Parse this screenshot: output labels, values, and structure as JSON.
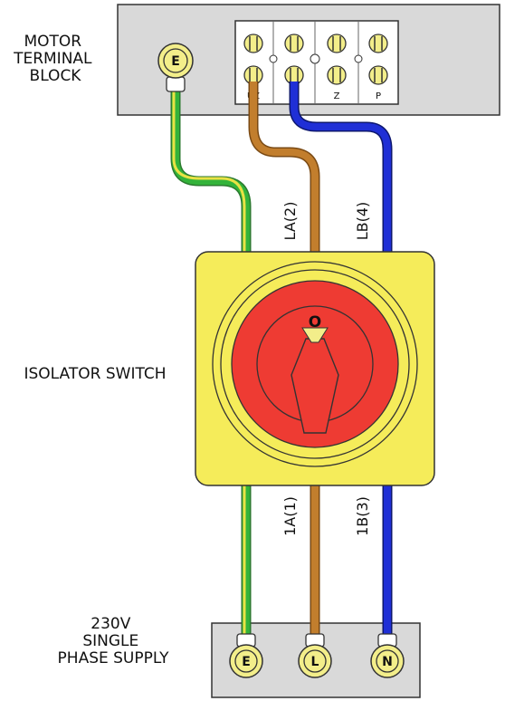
{
  "labels": {
    "motor_terminal_block": [
      "MOTOR",
      "TERMINAL",
      "BLOCK"
    ],
    "isolator_switch": "ISOLATOR SWITCH",
    "supply": [
      "230V",
      "SINGLE",
      "PHASE SUPPLY"
    ]
  },
  "motor_block": {
    "earth_terminal": "E",
    "terminals": [
      "UZ",
      "U",
      "Z",
      "P"
    ]
  },
  "supply_terminals": [
    "E",
    "L",
    "N"
  ],
  "wire_labels": {
    "la": "LA(2)",
    "lb": "LB(4)",
    "a1": "1A(1)",
    "b1": "1B(3)"
  },
  "switch": {
    "position_label": "O"
  },
  "colors": {
    "box_gray": "#d9d9d9",
    "switch_yellow": "#f5ec5a",
    "knob_red": "#ee3b33",
    "earth_green": "#33b33a",
    "earth_yellow": "#e9e244",
    "live_brown": "#c27e2d",
    "neutral_blue": "#1f2fd6",
    "terminal_yellow": "#f3ee8a"
  }
}
